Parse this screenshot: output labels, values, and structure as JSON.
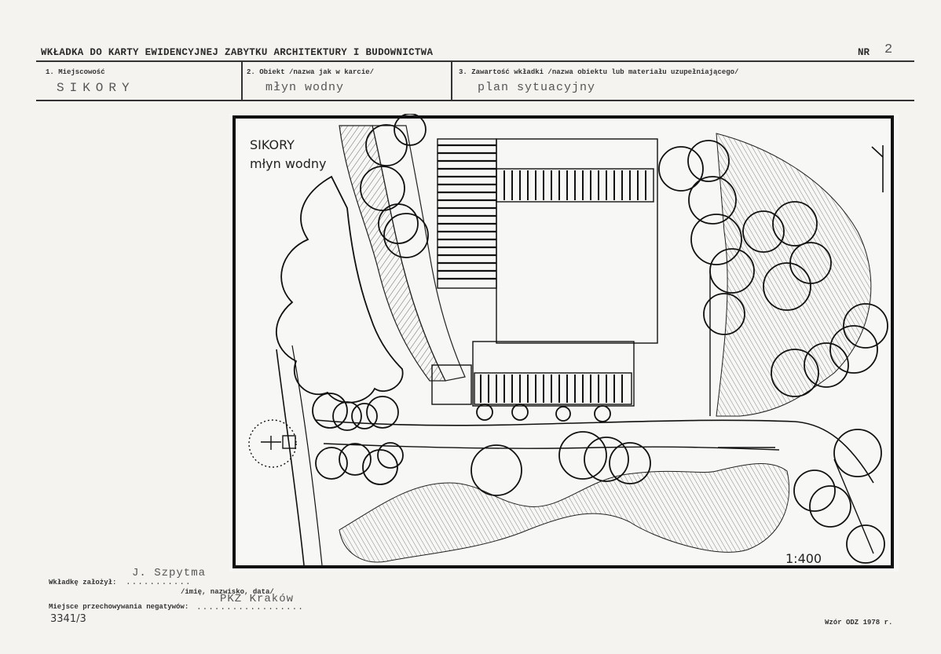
{
  "header": {
    "title": "WKŁADKA DO KARTY EWIDENCYJNEJ ZABYTKU ARCHITEKTURY I BUDOWNICTWA",
    "nr_label": "NR",
    "nr_value": "2"
  },
  "fields": {
    "place": {
      "label": "1. Miejscowość",
      "value": "SIKORY"
    },
    "object": {
      "label": "2. Obiekt /nazwa jak w karcie/",
      "value": "młyn wodny"
    },
    "contents": {
      "label": "3. Zawartość wkładki /nazwa obiektu lub materiału uzupełniającego/",
      "value": "plan sytuacyjny"
    }
  },
  "plan": {
    "title_line1": "SIKORY",
    "title_line2": "młyn wodny",
    "scale": "1:400"
  },
  "footer": {
    "created_by_label": "Wkładkę założył:",
    "created_by_value": "J. Szpytma",
    "created_by_hint": "/imię, nazwisko, data/",
    "negatives_label": "Miejsce przechowywania negatywów:",
    "negatives_value": "PKZ Kraków",
    "negative_number": "3341/3",
    "form_version": "Wzór ODZ 1978 r."
  }
}
